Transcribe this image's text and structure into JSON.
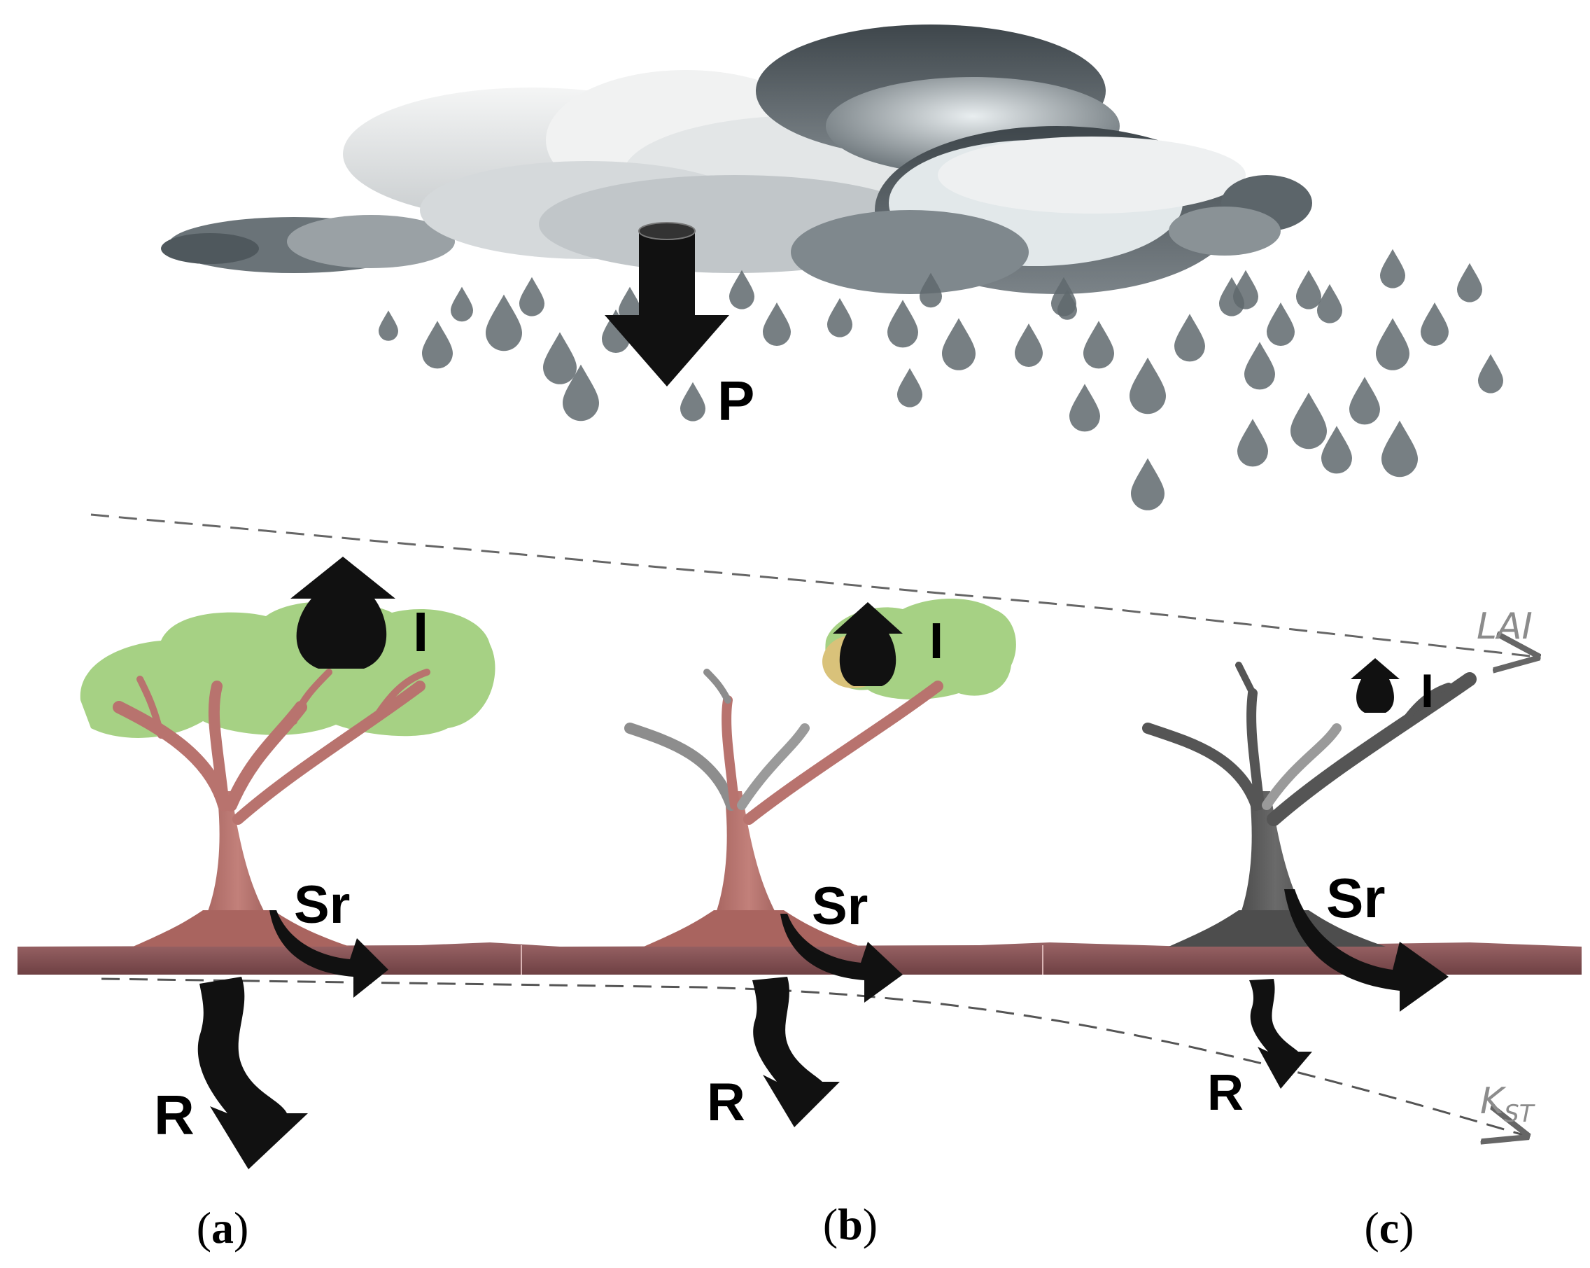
{
  "labels": {
    "precipitation": "P",
    "interception": "I",
    "stemflow": "Sr",
    "throughfall": "R",
    "lai_axis": "LAI",
    "kst_axis_main": "K",
    "kst_axis_sub": "ST"
  },
  "panels": [
    {
      "id": "a",
      "open": "(",
      "letter": "a",
      "close": ")"
    },
    {
      "id": "b",
      "open": "(",
      "letter": "b",
      "close": ")"
    },
    {
      "id": "c",
      "open": "(",
      "letter": "c",
      "close": ")"
    }
  ],
  "colors": {
    "cloud_dark": "#4a5257",
    "cloud_mid": "#8e9599",
    "cloud_light": "#e6e8e9",
    "raindrop": "#5f686d",
    "canopy": "#a6d184",
    "canopy_stressed": "#d9c27a",
    "trunk_healthy": "#b8736e",
    "trunk_dead": "#5b5b5b",
    "soil": "#8a5558",
    "arrow": "#111111",
    "axis_line": "#666666"
  }
}
